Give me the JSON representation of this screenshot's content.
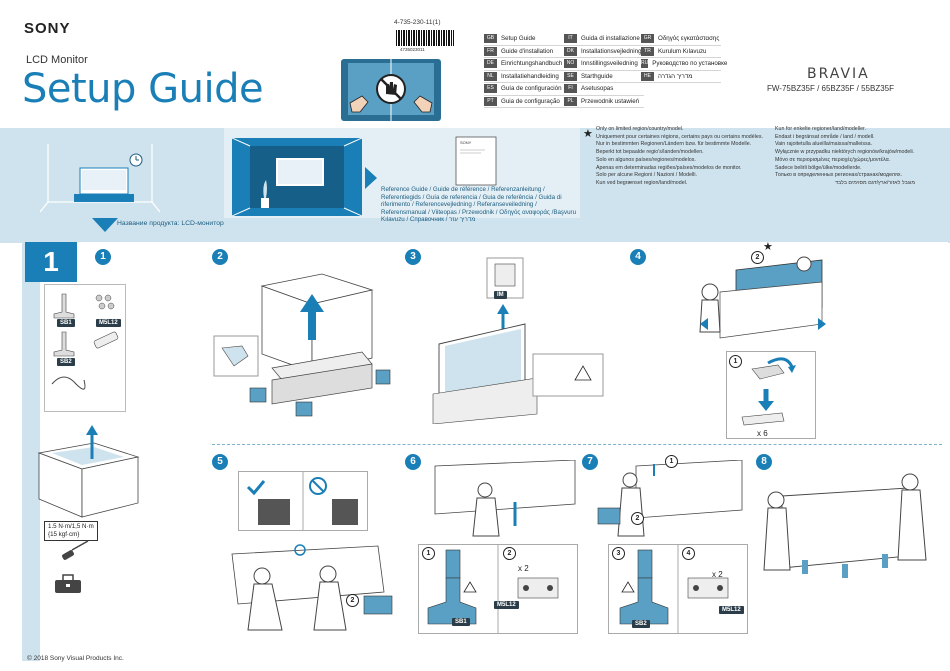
{
  "header": {
    "brand": "SONY",
    "product_type": "LCD Monitor",
    "title": "Setup Guide",
    "part_number": "4-735-230-11(1)",
    "barcode_number": "4735023011",
    "series": "BRAVIA",
    "models": "FW-75BZ35F / 65BZ35F / 55BZ35F"
  },
  "languages": {
    "col1": [
      {
        "code": "GB",
        "text": "Setup Guide"
      },
      {
        "code": "FR",
        "text": "Guide d'installation"
      },
      {
        "code": "DE",
        "text": "Einrichtungshandbuch"
      },
      {
        "code": "NL",
        "text": "Installatiehandleiding"
      },
      {
        "code": "ES",
        "text": "Guía de configuración"
      },
      {
        "code": "PT",
        "text": "Guia de configuração"
      }
    ],
    "col2": [
      {
        "code": "IT",
        "text": "Guida di installazione"
      },
      {
        "code": "DK",
        "text": "Installationsvejledning"
      },
      {
        "code": "NO",
        "text": "Innstillingsveiledning"
      },
      {
        "code": "SE",
        "text": "Starthguide"
      },
      {
        "code": "FI",
        "text": "Asetusopas"
      },
      {
        "code": "PL",
        "text": "Przewodnik ustawień"
      }
    ],
    "col3": [
      {
        "code": "GR",
        "text": "Οδηγός εγκατάστασης"
      },
      {
        "code": "TR",
        "text": "Kurulum Kılavuzu"
      },
      {
        "code": "RU",
        "text": "Руководство по установке"
      },
      {
        "code": "HE",
        "text": "מדריך הגדרה"
      }
    ]
  },
  "reference": {
    "text": "Reference Guide / Guide de référence / Referenzanleitung / Referentiegids / Guía de referencia / Guia de referência / Guida di riferimento / Referencevejledning / Referanseveiledning / Referensmanual / Viiteopas / Przewodnik / Οδηγός αναφοράς /Başvuru Kılavuzu / Справочник / מדריך עזר",
    "product_name": "Название продукта: LCD-монитор"
  },
  "notes": {
    "star": "★",
    "col1": [
      "Only on limited region/country/model.",
      "Uniquement pour certaines régions, certains pays ou certains modèles.",
      "Nur in bestimmten Regionen/Ländern bzw. für bestimmte Modelle.",
      "Beperkt tot bepaalde regio's/landen/modellen.",
      "Solo en algunos países/regiones/modelos.",
      "Apenas em determinadas regiões/países/modelos de monitor.",
      "Solo per alcune Regioni / Nazioni / Modelli.",
      "Kun ved begrænset region/land/model."
    ],
    "col2": [
      "Kun for enkelte regioner/land/modeller.",
      "Endast i begränsat område / land / modell.",
      "Vain rajoitetulla alueilla/maissa/malleissa.",
      "Wyłącznie w przypadku niektórych regionów/krajów/modeli.",
      "Μόνο σε περιορισμένες περιοχές/χώρες/μοντέλα.",
      "Sadece belirli bölge/ülke/modellerde.",
      "Только в определенных регионах/странах/моделях.",
      "מוגבל לאזור/ארץ/דגם מסוימים בלבד"
    ]
  },
  "steps": {
    "section_number": "1",
    "sub_steps": [
      "1",
      "2",
      "3",
      "4",
      "5",
      "6",
      "7",
      "8"
    ],
    "torque": [
      "1.5 N·m/1,5 N·m",
      "{15 kgf·cm}"
    ],
    "parts": {
      "sb1": "SB1",
      "sb2": "SB2",
      "m5l12": "M5L12",
      "im": "IM"
    },
    "callouts": {
      "x6": "x 6",
      "x2": "x 2",
      "c1": "1",
      "c2": "2",
      "c3": "3",
      "c4": "4",
      "star": "★"
    }
  },
  "footer": {
    "copyright": "© 2018 Sony Visual Products Inc."
  },
  "colors": {
    "accent_blue": "#1a7fb6",
    "light_blue": "#cfe3ee",
    "panel_blue": "#e4eff5",
    "dark_tag": "#2a3d48"
  }
}
